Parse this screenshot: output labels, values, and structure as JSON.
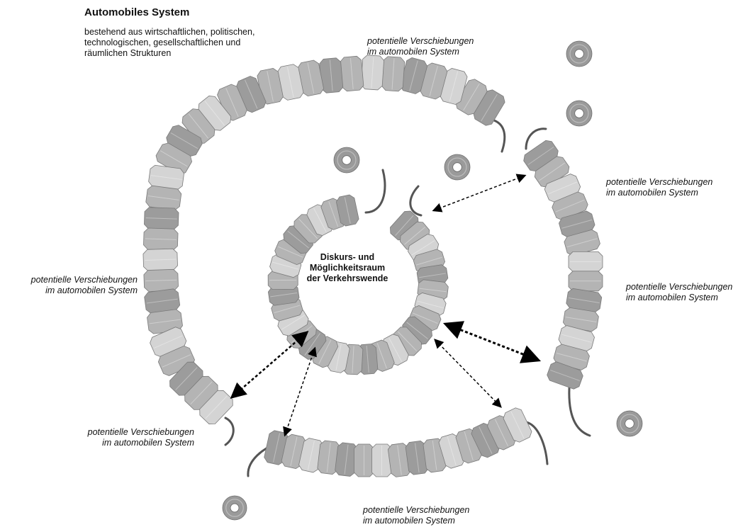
{
  "title": "Automobiles System",
  "subtitle": [
    "bestehend aus wirtschaftlichen, politischen,",
    "technologischen, gesellschaftlichen und",
    "räumlichen Strukturen"
  ],
  "center_label": [
    "Diskurs- und",
    "Möglichkeitsraum",
    "der Verkehrswende"
  ],
  "shift_label": {
    "line1": "potentielle Verschiebungen",
    "line2": "im automobilen System"
  },
  "colors": {
    "bead_dark": "#9c9c9c",
    "bead_mid": "#b4b4b4",
    "bead_light": "#d4d4d4",
    "string": "#555555",
    "arrow": "#000000"
  }
}
